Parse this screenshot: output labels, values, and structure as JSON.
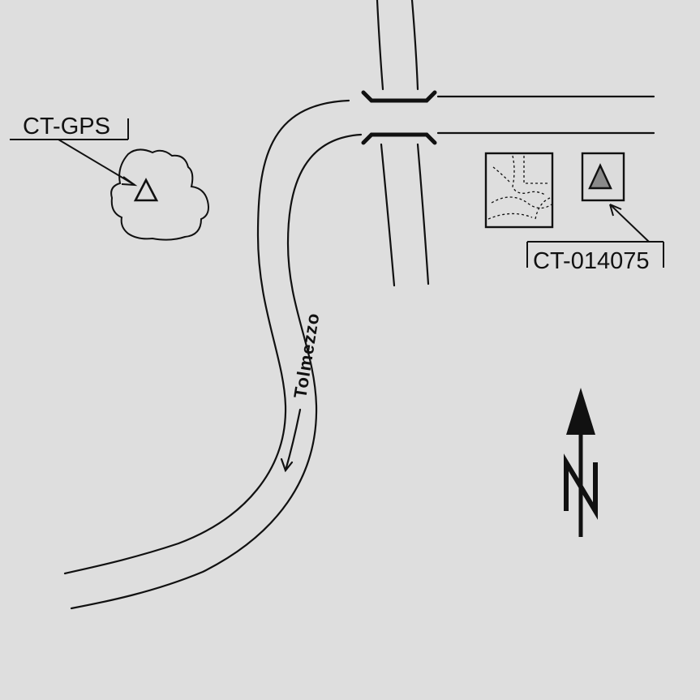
{
  "markers": {
    "gps_label": "CT-GPS",
    "station_label": "CT-014075"
  },
  "road": {
    "name": "Tolmezzo"
  },
  "compass": {
    "letter": "N"
  },
  "icons": {
    "benchmark": "triangle-icon",
    "north": "north-arrow-icon",
    "direction": "direction-arrow-icon"
  },
  "colors": {
    "ink": "#111111",
    "paper": "#dedede",
    "triangle_fill": "#8a8a8a"
  }
}
